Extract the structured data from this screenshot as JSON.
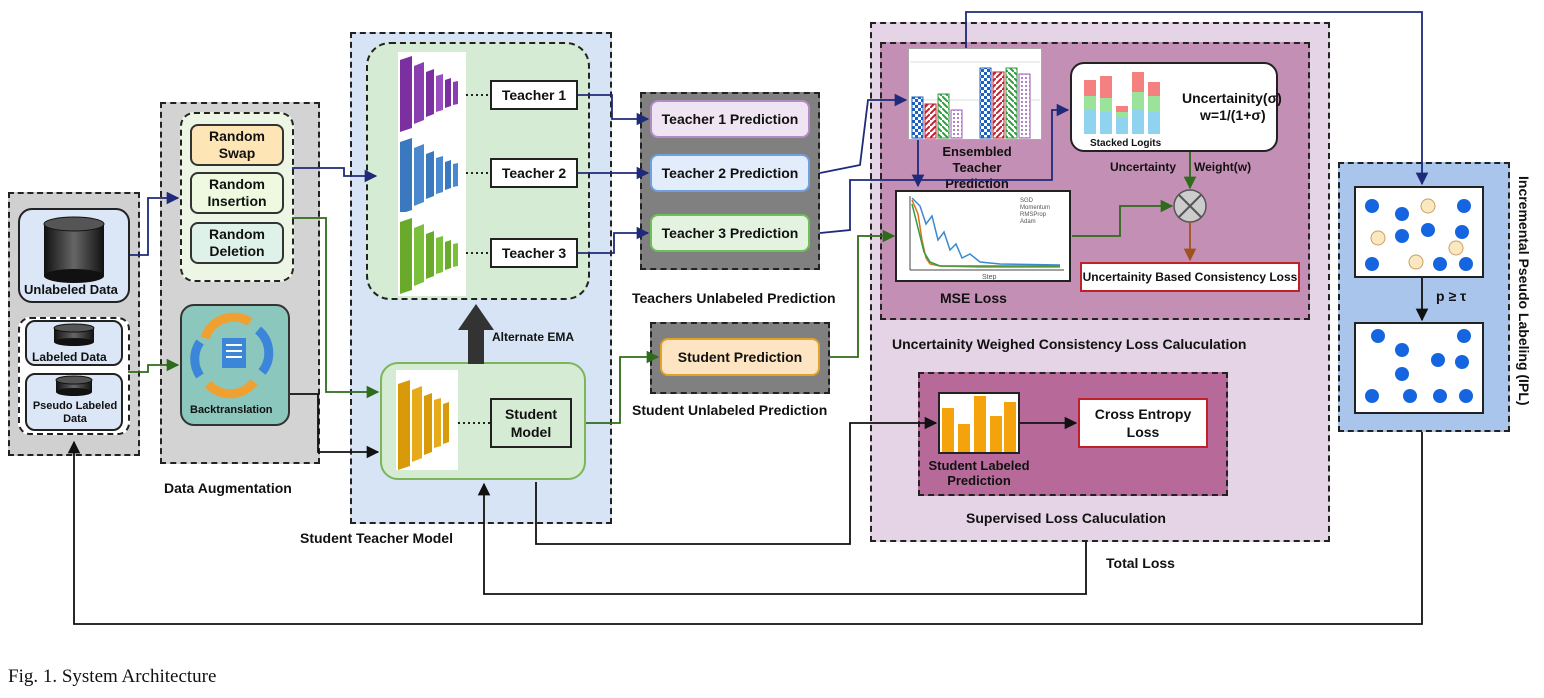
{
  "data_section": {
    "unlabeled": "Unlabeled Data",
    "labeled": "Labeled Data",
    "pseudo_labeled": "Pseudo Labeled Data"
  },
  "augmentation": {
    "title": "Data Augmentation",
    "random_swap": "Random Swap",
    "random_insertion": "Random Insertion",
    "random_deletion": "Random Deletion",
    "backtranslation": "Backtranslation"
  },
  "student_teacher": {
    "title": "Student Teacher Model",
    "teacher_1": "Teacher 1",
    "teacher_2": "Teacher 2",
    "teacher_3": "Teacher 3",
    "student_model": "Student Model",
    "alternate_ema": "Alternate EMA"
  },
  "teacher_predictions": {
    "title": "Teachers Unlabeled Prediction",
    "p1": "Teacher 1 Prediction",
    "p2": "Teacher 2 Prediction",
    "p3": "Teacher 3 Prediction"
  },
  "student_prediction": {
    "title": "Student Unlabeled Prediction",
    "label": "Student Prediction"
  },
  "consistency": {
    "title": "Uncertainity Weighed Consistency Loss Caluculation",
    "ensembled": "Ensembled Teacher Prediction",
    "stacked_logits": "Stacked Logits",
    "uncertainty_formula_1": "Uncertainity(σ)",
    "uncertainty_formula_2": "w=1/(1+σ)",
    "uncertainty_label": "Uncertainty",
    "weight_label": "Weight(w)",
    "mse_loss": "MSE Loss",
    "consistency_loss": "Uncertainity Based Consistency Loss",
    "mse_legend": [
      "SGD",
      "Momentum",
      "RMSProp",
      "Adam"
    ],
    "mse_xlabel": "Step"
  },
  "supervised": {
    "title": "Supervised Loss Caluculation",
    "student_labeled": "Student Labeled Prediction",
    "cross_entropy": "Cross Entropy Loss"
  },
  "total_loss": "Total Loss",
  "ipl": {
    "title": "Incremental Pseudo Labeling (IPL)",
    "threshold": "p ≥ τ"
  },
  "caption": "Fig. 1.  System Architecture",
  "colors": {
    "arrow_blue": "#1f2a7a",
    "arrow_green": "#2e6b1a",
    "section_blue": "#d6e4f5",
    "section_gray": "#d0d0d0",
    "section_purple": "#e5d3e6",
    "inner_purple": "#c48fb5",
    "supervised_purple": "#b76a9a",
    "ipl_blue": "#a9c5eb",
    "dot_blue": "#1565e0",
    "dot_cream": "#fbe7c0"
  }
}
